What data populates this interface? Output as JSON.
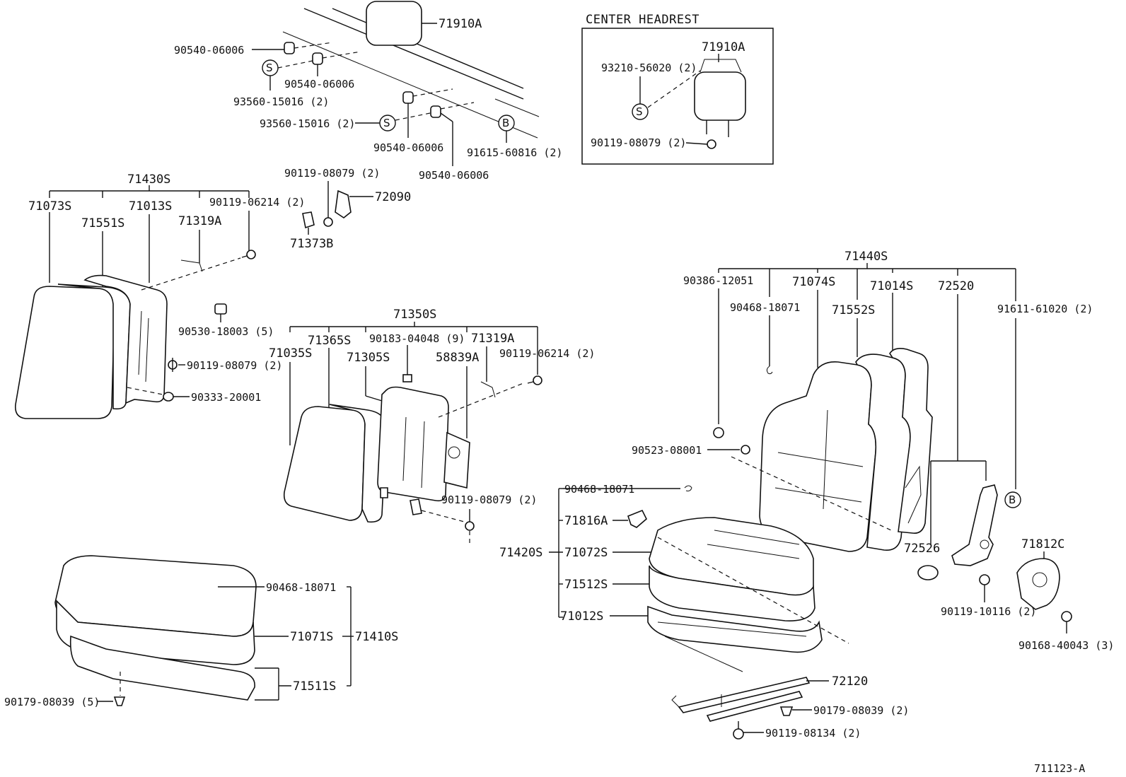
{
  "center_headrest_box": {
    "title": "CENTER HEADREST"
  },
  "symbols": {
    "s": "S",
    "b": "B"
  },
  "labels": {
    "p71910A_top": "71910A",
    "p90540_06006_a": "90540-06006",
    "p90540_06006_b": "90540-06006",
    "p90540_06006_c": "90540-06006",
    "p90540_06006_d": "90540-06006",
    "p93560_15016_a": "93560-15016 (2)",
    "p93560_15016_b": "93560-15016 (2)",
    "p91615_60816": "91615-60816 (2)",
    "p71910A_center": "71910A",
    "p93210_56020": "93210-56020 (2)",
    "p90119_08079_center": "90119-08079 (2)",
    "p71430S": "71430S",
    "p71073S": "71073S",
    "p71013S": "71013S",
    "p90119_06214_a": "90119-06214 (2)",
    "p71551S": "71551S",
    "p71319A_a": "71319A",
    "p90119_08079_top": "90119-08079 (2)",
    "p72090": "72090",
    "p71373B": "71373B",
    "p90530_18003": "90530-18003 (5)",
    "p90119_08079_left": "90119-08079 (2)",
    "p90333_20001": "90333-20001",
    "p71350S": "71350S",
    "p71365S": "71365S",
    "p90183_04048": "90183-04048 (9)",
    "p71319A_b": "71319A",
    "p71035S": "71035S",
    "p90119_06214_b": "90119-06214 (2)",
    "p71305S": "71305S",
    "p58839A": "58839A",
    "p90119_08079_mid": "90119-08079 (2)",
    "p90468_18071_bench": "90468-18071",
    "p71071S": "71071S",
    "p71410S": "71410S",
    "p71511S": "71511S",
    "p90179_08039_bench": "90179-08039 (5)",
    "p71440S": "71440S",
    "p90386_12051": "90386-12051",
    "p71074S": "71074S",
    "p71014S": "71014S",
    "p72520": "72520",
    "p90468_18071_back": "90468-18071",
    "p71552S": "71552S",
    "p91611_61020": "91611-61020 (2)",
    "p90523_08001": "90523-08001",
    "p90468_18071_seat": "90468-18071",
    "p71816A": "71816A",
    "p71420S": "71420S",
    "p71072S": "71072S",
    "p71512S": "71512S",
    "p71012S": "71012S",
    "p72526": "72526",
    "p71812C": "71812C",
    "p90119_10116": "90119-10116 (2)",
    "p90168_40043": "90168-40043 (3)",
    "p72120": "72120",
    "p90179_08039_rail": "90179-08039 (2)",
    "p90119_08134": "90119-08134 (2)",
    "drawing_number": "711123-A"
  }
}
